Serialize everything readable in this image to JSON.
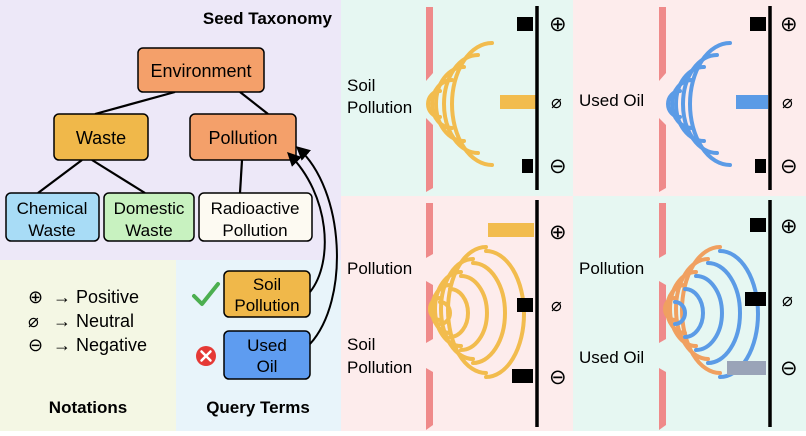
{
  "taxonomy": {
    "title": "Seed Taxonomy",
    "nodes": {
      "environment": "Environment",
      "waste": "Waste",
      "pollution": "Pollution",
      "chemical_1": "Chemical",
      "chemical_2": "Waste",
      "domestic_1": "Domestic",
      "domestic_2": "Waste",
      "radioactive_1": "Radioactive",
      "radioactive_2": "Pollution"
    }
  },
  "notations": {
    "title": "Notations",
    "items": [
      {
        "symbol": "⊕",
        "text": "→ Positive"
      },
      {
        "symbol": "⌀",
        "text": "→ Neutral"
      },
      {
        "symbol": "⊖",
        "text": "→ Negative"
      }
    ]
  },
  "query": {
    "title": "Query Terms",
    "term1_line1": "Soil",
    "term1_line2": "Pollution",
    "term2_line1": "Used",
    "term2_line2": "Oil",
    "accepted_icon": "check-icon",
    "rejected_icon": "x-circle-icon"
  },
  "panels": {
    "p1": {
      "label1": "Soil",
      "label2": "Pollution"
    },
    "p2": {
      "label": "Used Oil"
    },
    "p3": {
      "label_top": "Pollution",
      "label_bot1": "Soil",
      "label_bot2": "Pollution"
    },
    "p4": {
      "label_top": "Pollution",
      "label_bot": "Used Oil"
    }
  },
  "scale_symbols": {
    "positive": "⊕",
    "neutral": "⌀",
    "negative": "⊖"
  },
  "colors": {
    "taxonomy_bg": "#ede8f8",
    "notation_bg": "#f4f7e4",
    "query_bg": "#e8f4fa",
    "green_bg": "#e6f7f2",
    "pink_bg": "#fdecec",
    "orange_node": "#f4a06a",
    "yellow_node": "#f0b84a",
    "blue_node": "#5e9cf0",
    "yellow_wave": "#f2bc4e",
    "blue_wave": "#5b9be6",
    "orange_wave": "#f0a060",
    "slit": "#ef8a8a",
    "grey_bar": "#9aa4b8",
    "check": "#4caf50",
    "cross": "#e53935"
  }
}
